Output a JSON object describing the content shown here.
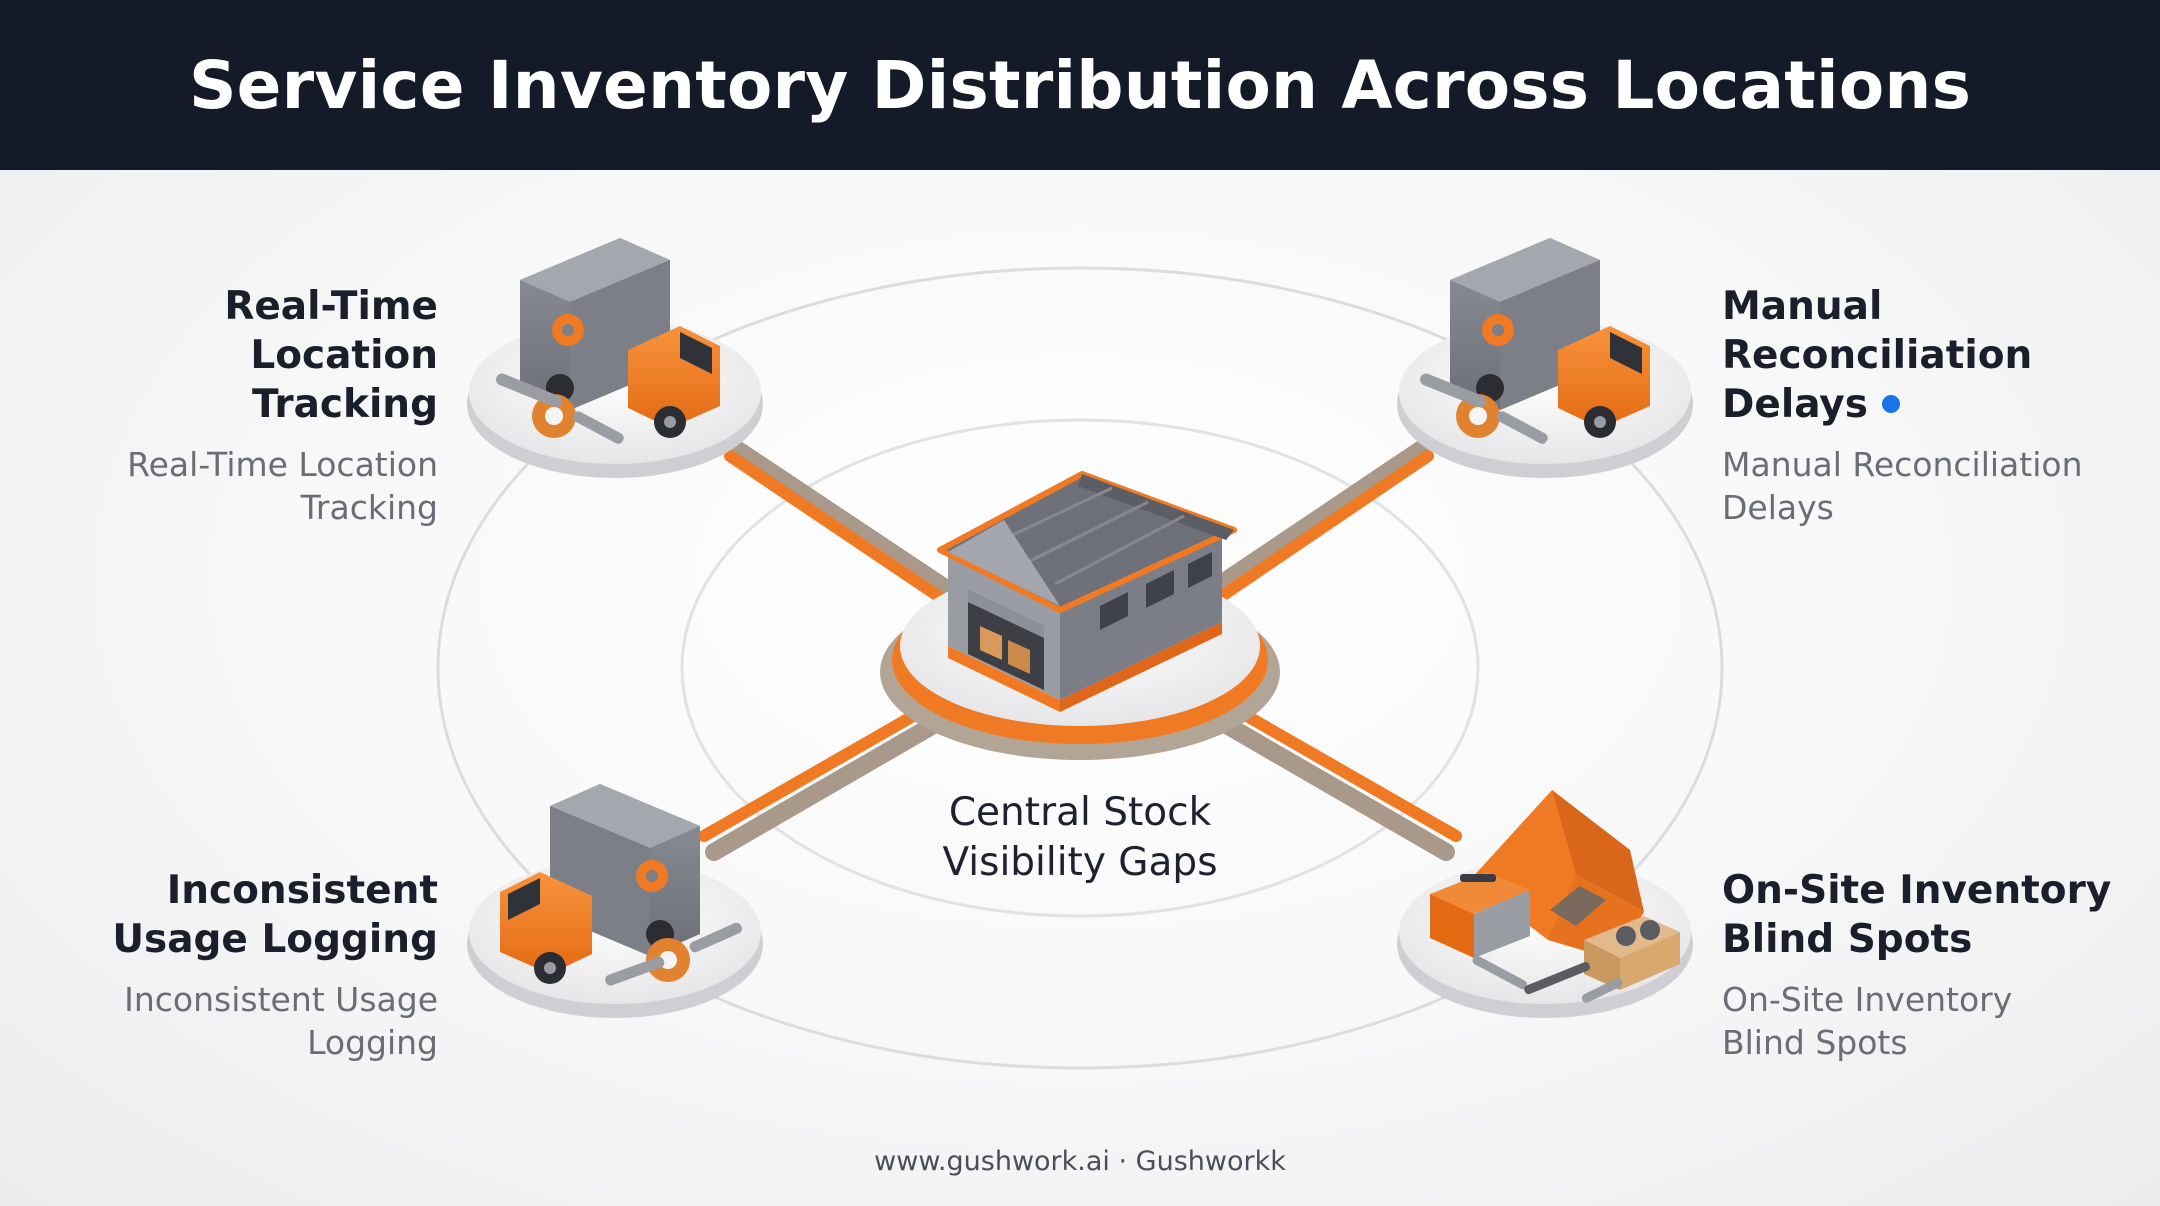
{
  "header": {
    "title": "Service Inventory Distribution Across Locations"
  },
  "colors": {
    "accent": "#f07a24",
    "header_bg": "#141a28",
    "link_dark": "#a8998a",
    "dot": "#1a73e8",
    "body_gray": "#7d808a"
  },
  "center": {
    "label_line1": "Central Stock",
    "label_line2": "Visibility Gaps",
    "icon": "warehouse-icon"
  },
  "nodes": [
    {
      "id": "top-left",
      "title_lines": [
        "Real-Time",
        "Location",
        "Tracking"
      ],
      "subtitle_lines": [
        "Real-Time Location",
        "Tracking"
      ],
      "icon": "delivery-truck-icon"
    },
    {
      "id": "top-right",
      "title_lines": [
        "Manual",
        "Reconciliation",
        "Delays"
      ],
      "subtitle_lines": [
        "Manual Reconciliation",
        "Delays"
      ],
      "icon": "delivery-truck-icon"
    },
    {
      "id": "bottom-left",
      "title_lines": [
        "Inconsistent",
        "Usage Logging"
      ],
      "subtitle_lines": [
        "Inconsistent Usage",
        "Logging"
      ],
      "icon": "delivery-truck-icon"
    },
    {
      "id": "bottom-right",
      "title_lines": [
        "On-Site Inventory",
        "Blind Spots"
      ],
      "subtitle_lines": [
        "On-Site Inventory",
        "Blind Spots"
      ],
      "icon": "tent-toolbox-icon"
    }
  ],
  "footer": {
    "text": "www.gushwork.ai · Gushworkk"
  }
}
